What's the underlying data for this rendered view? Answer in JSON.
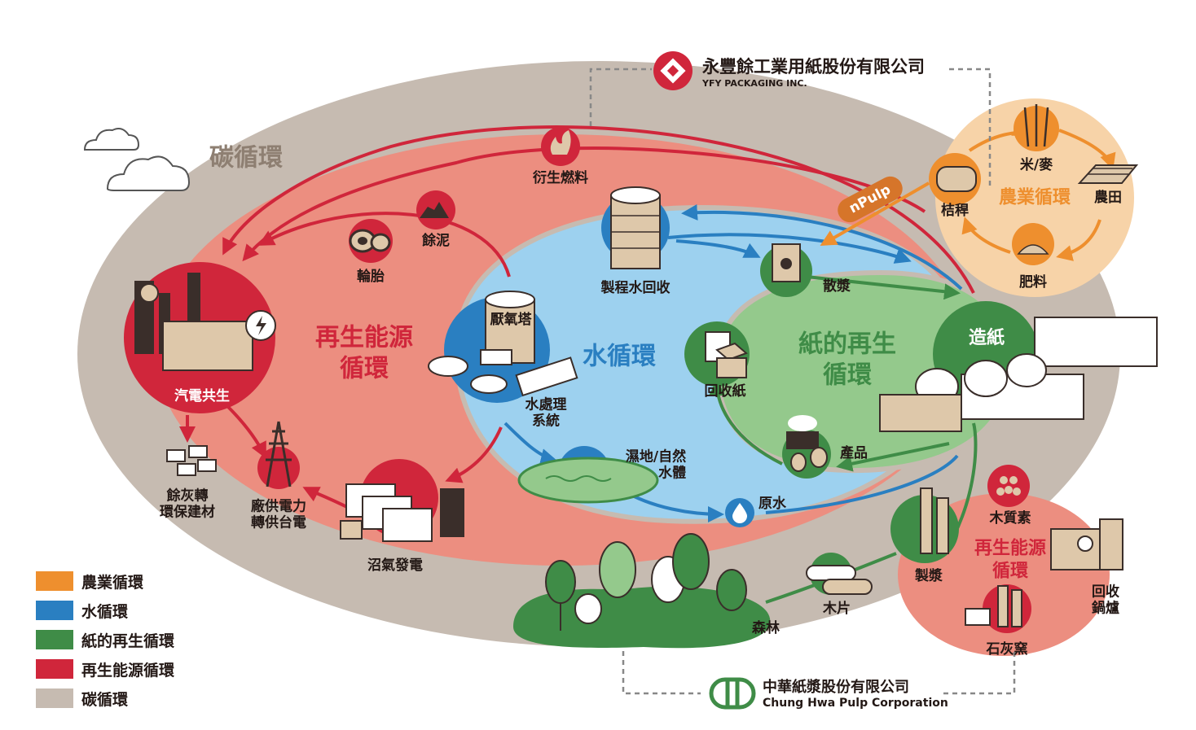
{
  "brand_top": {
    "name_zh": "永豐餘工業用紙股份有限公司",
    "name_en": "YFY PACKAGING INC."
  },
  "brand_bottom": {
    "name_zh": "中華紙漿股份有限公司",
    "name_en": "Chung Hwa Pulp Corporation"
  },
  "cycles": {
    "carbon": "碳循環",
    "renewable_left_l1": "再生能源",
    "renewable_left_l2": "循環",
    "water": "水循環",
    "paper_l1": "紙的再生",
    "paper_l2": "循環",
    "agriculture": "農業循環",
    "renewable_right_l1": "再生能源",
    "renewable_right_l2": "循環"
  },
  "nodes": {
    "derived_fuel": "衍生燃料",
    "sludge": "餘泥",
    "tire": "輪胎",
    "cogeneration": "汽電共生",
    "ash_l1": "餘灰轉",
    "ash_l2": "環保建材",
    "power_l1": "廠供電力",
    "power_l2": "轉供台電",
    "biogas": "沼氣發電",
    "anaerobic": "厭氧塔",
    "water_treat_l1": "水處理",
    "water_treat_l2": "系統",
    "process_water": "製程水回收",
    "wetland_l1": "濕地/自然",
    "wetland_l2": "水體",
    "raw_water": "原水",
    "recycled_paper": "回收紙",
    "pulping": "散漿",
    "papermaking": "造紙",
    "product": "產品",
    "npulp": "nPulp",
    "straw": "桔稈",
    "rice_wheat": "米/麥",
    "farmland": "農田",
    "fertilizer": "肥料",
    "forest": "森林",
    "wood_chips": "木片",
    "pulp_mill": "製漿",
    "lignin": "木質素",
    "recovery_l1": "回收",
    "recovery_l2": "鍋爐",
    "lime_kiln": "石灰窯"
  },
  "legend": [
    {
      "label": "農業循環",
      "color": "#EE8F2E"
    },
    {
      "label": "水循環",
      "color": "#2A7FC1"
    },
    {
      "label": "紙的再生循環",
      "color": "#3F8C47"
    },
    {
      "label": "再生能源循環",
      "color": "#D0263B"
    },
    {
      "label": "碳循環",
      "color": "#C6BBB1"
    }
  ],
  "colors": {
    "carbon": "#C6BBB1",
    "renewable": "#D0263B",
    "renewable_fill": "#EC8E80",
    "water": "#2A7FC1",
    "water_fill": "#9DD1EF",
    "paper": "#3F8C47",
    "paper_fill": "#94C98C",
    "agri": "#EE8F2E",
    "agri_fill": "#F7D3A8",
    "icon_beige": "#DEC8AA"
  }
}
